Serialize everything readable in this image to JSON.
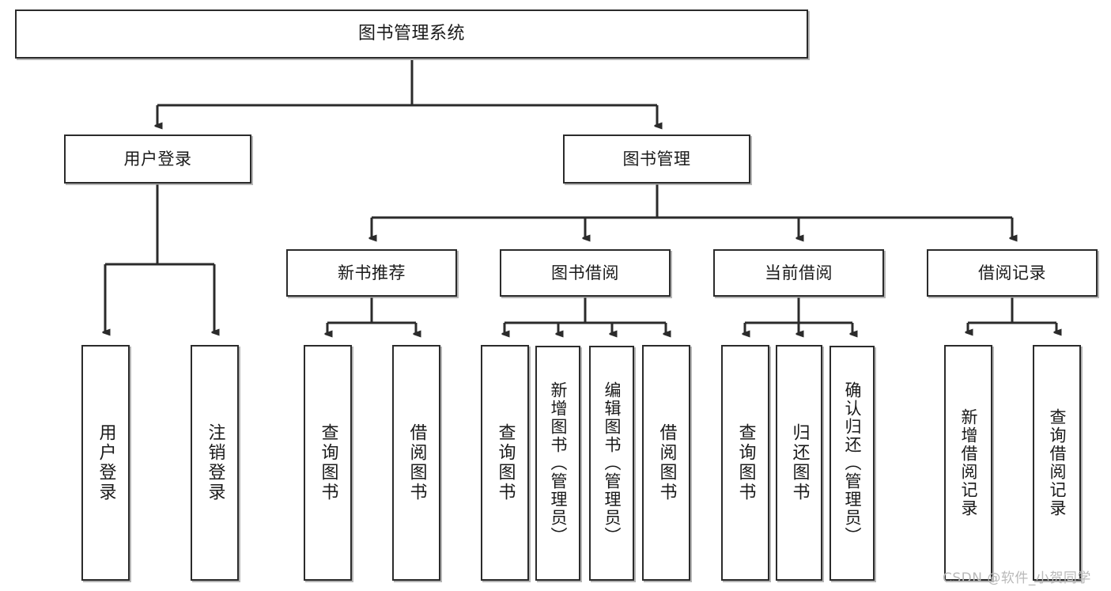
{
  "diagram": {
    "type": "tree-hierarchy-chart",
    "title": "图书管理系统",
    "watermark": "CSDN @软件_小贺同学",
    "colors": {
      "box_border": "#2b2b2b",
      "box_fill": "#ffffff",
      "connector": "#2b2b2b",
      "text": "#1a1a1a",
      "watermark": "#b9b9b9",
      "background": "#ffffff"
    },
    "nodes": {
      "root": {
        "label": "图书管理系统"
      },
      "level2": [
        {
          "label": "用户登录"
        },
        {
          "label": "图书管理"
        }
      ],
      "level3": [
        {
          "label": "新书推荐"
        },
        {
          "label": "图书借阅"
        },
        {
          "label": "当前借阅"
        },
        {
          "label": "借阅记录"
        }
      ],
      "leaves": {
        "user_login": [
          {
            "label": "用户登录"
          },
          {
            "label": "注销登录"
          }
        ],
        "new_book_recommend": [
          {
            "label": "查询图书"
          },
          {
            "label": "借阅图书"
          }
        ],
        "book_borrow": [
          {
            "label": "查询图书"
          },
          {
            "label": "新增图书（管理员）"
          },
          {
            "label": "编辑图书（管理员）"
          },
          {
            "label": "借阅图书"
          }
        ],
        "current_borrow": [
          {
            "label": "查询图书"
          },
          {
            "label": "归还图书"
          },
          {
            "label": "确认归还（管理员）"
          }
        ],
        "borrow_record": [
          {
            "label": "新增借阅记录"
          },
          {
            "label": "查询借阅记录"
          }
        ]
      }
    }
  }
}
